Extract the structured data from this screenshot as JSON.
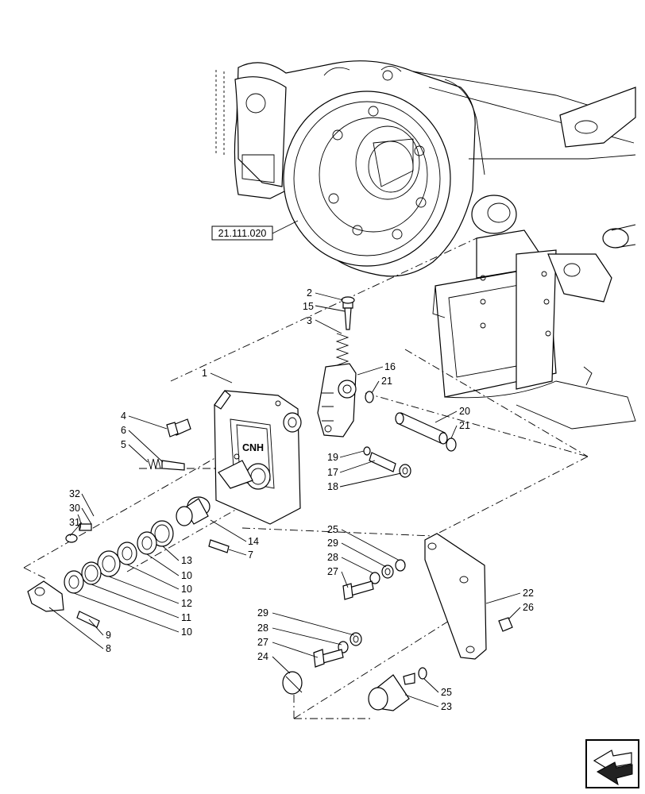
{
  "reference": {
    "label": "21.111.020"
  },
  "callouts": [
    {
      "id": "c1",
      "text": "1"
    },
    {
      "id": "c2",
      "text": "2"
    },
    {
      "id": "c3",
      "text": "3"
    },
    {
      "id": "c4",
      "text": "4"
    },
    {
      "id": "c5",
      "text": "5"
    },
    {
      "id": "c6",
      "text": "6"
    },
    {
      "id": "c7",
      "text": "7"
    },
    {
      "id": "c8",
      "text": "8"
    },
    {
      "id": "c9",
      "text": "9"
    },
    {
      "id": "c10a",
      "text": "10"
    },
    {
      "id": "c10b",
      "text": "10"
    },
    {
      "id": "c10c",
      "text": "10"
    },
    {
      "id": "c11",
      "text": "11"
    },
    {
      "id": "c12",
      "text": "12"
    },
    {
      "id": "c13",
      "text": "13"
    },
    {
      "id": "c14",
      "text": "14"
    },
    {
      "id": "c15",
      "text": "15"
    },
    {
      "id": "c16",
      "text": "16"
    },
    {
      "id": "c17",
      "text": "17"
    },
    {
      "id": "c18",
      "text": "18"
    },
    {
      "id": "c19",
      "text": "19"
    },
    {
      "id": "c20",
      "text": "20"
    },
    {
      "id": "c21a",
      "text": "21"
    },
    {
      "id": "c21b",
      "text": "21"
    },
    {
      "id": "c22",
      "text": "22"
    },
    {
      "id": "c23",
      "text": "23"
    },
    {
      "id": "c24",
      "text": "24"
    },
    {
      "id": "c25a",
      "text": "25"
    },
    {
      "id": "c25b",
      "text": "25"
    },
    {
      "id": "c26",
      "text": "26"
    },
    {
      "id": "c27a",
      "text": "27"
    },
    {
      "id": "c27b",
      "text": "27"
    },
    {
      "id": "c28a",
      "text": "28"
    },
    {
      "id": "c28b",
      "text": "28"
    },
    {
      "id": "c29a",
      "text": "29"
    },
    {
      "id": "c29b",
      "text": "29"
    },
    {
      "id": "c30",
      "text": "30"
    },
    {
      "id": "c31",
      "text": "31"
    },
    {
      "id": "c32",
      "text": "32"
    }
  ],
  "cover_logo": "CNH",
  "nav_icon": "direction-arrow-icon"
}
